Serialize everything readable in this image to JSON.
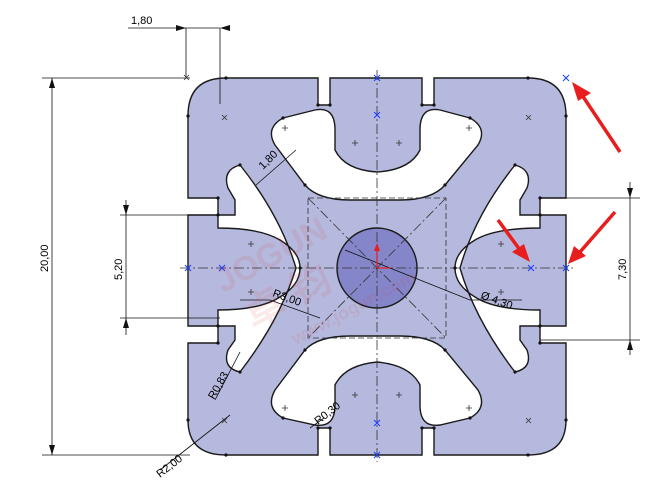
{
  "drawing": {
    "dimensions": {
      "top_width": "1,80",
      "slot_width": "1,80",
      "overall_height": "20,00",
      "slot_opening": "5,20",
      "right_depth": "7,30",
      "bore_diameter": "Ø 4,30",
      "center_radius": "R3,00",
      "inner_radius": "R0,83",
      "outer_radius": "R2,00",
      "small_radius": "R0,30"
    },
    "watermark": {
      "line1": "JOGUN",
      "line2": "卓 钧",
      "line3": "www.jogun.com"
    },
    "colors": {
      "profile_fill": "#b6b9de",
      "bore_fill": "#8585c9",
      "outline": "#1a1a1a",
      "arrow": "#e81d1d",
      "center_mark": "#1a3cff"
    }
  }
}
